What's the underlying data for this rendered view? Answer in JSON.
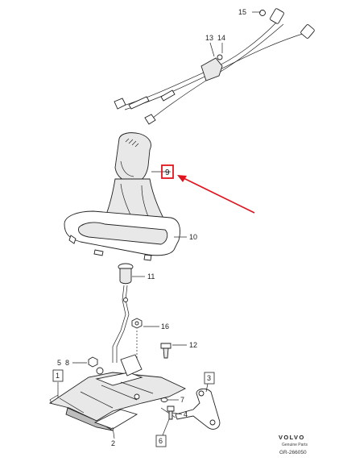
{
  "diagram": {
    "callouts": [
      {
        "id": "c1",
        "text": "1"
      },
      {
        "id": "c2",
        "text": "2"
      },
      {
        "id": "c3",
        "text": "3"
      },
      {
        "id": "c4",
        "text": "4"
      },
      {
        "id": "c5",
        "text": "5"
      },
      {
        "id": "c6",
        "text": "6"
      },
      {
        "id": "c7",
        "text": "7"
      },
      {
        "id": "c8",
        "text": "8"
      },
      {
        "id": "c9",
        "text": "9"
      },
      {
        "id": "c10",
        "text": "10"
      },
      {
        "id": "c11",
        "text": "11"
      },
      {
        "id": "c12",
        "text": "12"
      },
      {
        "id": "c13",
        "text": "13"
      },
      {
        "id": "c14",
        "text": "14"
      },
      {
        "id": "c15",
        "text": "15"
      },
      {
        "id": "c16",
        "text": "16"
      }
    ],
    "highlight_color": "#e0141e",
    "highlighted_callout": "9"
  },
  "brand": {
    "logo_text": "VOLVO",
    "subtitle": "Genuine Parts",
    "reference": "GR-266050"
  }
}
